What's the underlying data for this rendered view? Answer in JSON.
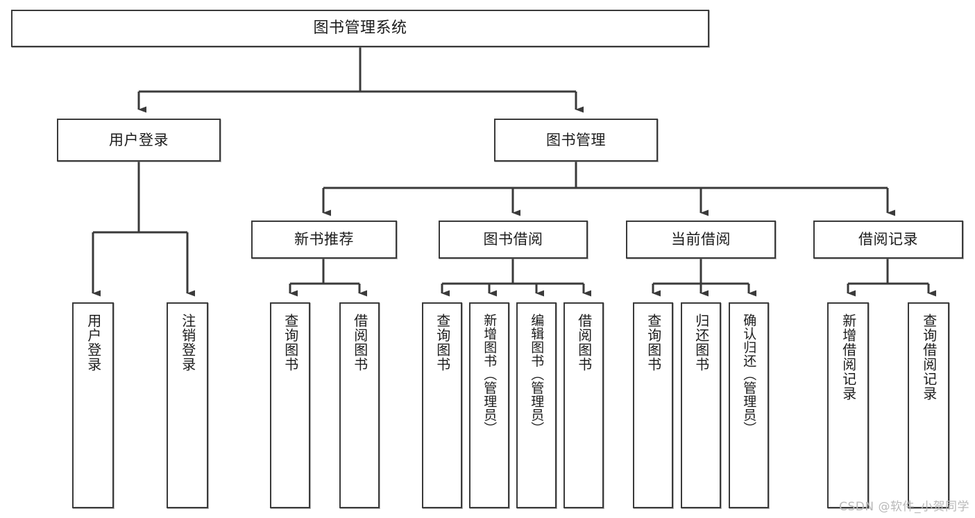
{
  "diagram": {
    "title": "图书管理系统",
    "watermark": "CSDN @软件_小贺同学",
    "stroke_color": "#3a3a3a",
    "box_fill": "#ffffff",
    "text_color": "#1c1c1c",
    "watermark_color": "#b9b9b9",
    "type": "tree-hierarchy-diagram",
    "root": {
      "label": "图书管理系统"
    },
    "level2": [
      {
        "id": "user-login",
        "label": "用户登录"
      },
      {
        "id": "book-management",
        "label": "图书管理"
      }
    ],
    "level3": [
      {
        "id": "new-book-recommend",
        "label": "新书推荐",
        "parent": "book-management"
      },
      {
        "id": "book-borrow",
        "label": "图书借阅",
        "parent": "book-management"
      },
      {
        "id": "current-borrow",
        "label": "当前借阅",
        "parent": "book-management"
      },
      {
        "id": "borrow-record",
        "label": "借阅记录",
        "parent": "book-management"
      }
    ],
    "leaves": {
      "user-login": [
        {
          "id": "leaf-user-login",
          "label": "用户登录"
        },
        {
          "id": "leaf-user-logout",
          "label": "注销登录"
        }
      ],
      "new-book-recommend": [
        {
          "id": "leaf-query-book-1",
          "label": "查询图书"
        },
        {
          "id": "leaf-borrow-book-1",
          "label": "借阅图书"
        }
      ],
      "book-borrow": [
        {
          "id": "leaf-query-book-2",
          "label": "查询图书"
        },
        {
          "id": "leaf-add-book-admin",
          "label": "新增图书（管理员）"
        },
        {
          "id": "leaf-edit-book-admin",
          "label": "编辑图书（管理员）"
        },
        {
          "id": "leaf-borrow-book-2",
          "label": "借阅图书"
        }
      ],
      "current-borrow": [
        {
          "id": "leaf-query-book-3",
          "label": "查询图书"
        },
        {
          "id": "leaf-return-book",
          "label": "归还图书"
        },
        {
          "id": "leaf-confirm-return-admin",
          "label": "确认归还（管理员）"
        }
      ],
      "borrow-record": [
        {
          "id": "leaf-add-borrow-record",
          "label": "新增借阅记录"
        },
        {
          "id": "leaf-query-borrow-record",
          "label": "查询借阅记录"
        }
      ]
    }
  }
}
